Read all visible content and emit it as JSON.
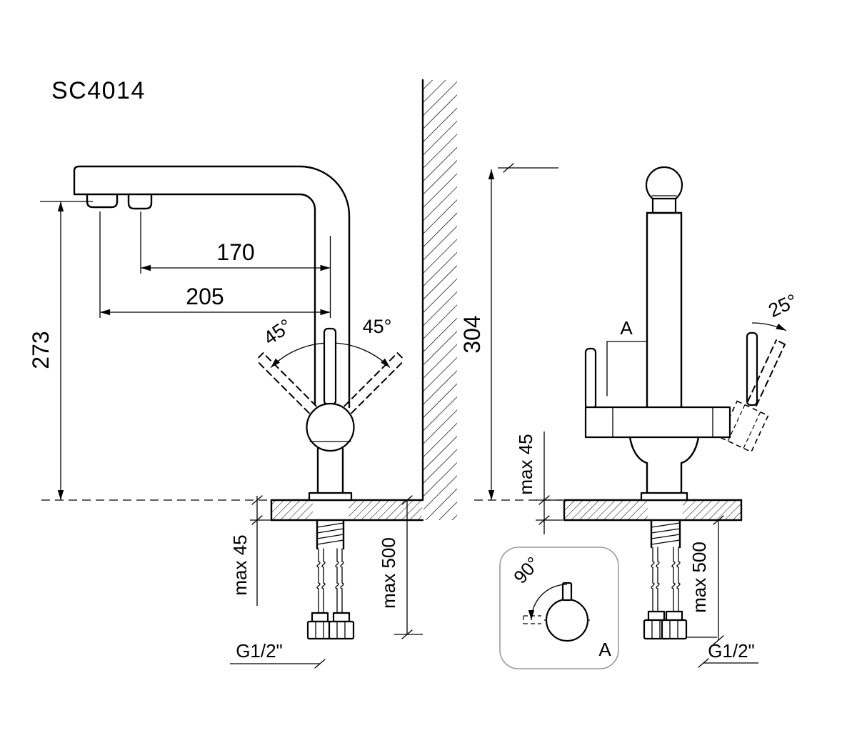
{
  "title": "SC4014",
  "left_view": {
    "dim_170": "170",
    "dim_205": "205",
    "dim_273": "273",
    "angle_left": "45°",
    "angle_right": "45°",
    "max_45": "max 45",
    "max_500": "max 500",
    "thread": "G1/2\""
  },
  "right_view": {
    "dim_304": "304",
    "angle_25": "25°",
    "callout_a": "A",
    "max_45": "max 45",
    "max_500": "max 500",
    "thread": "G1/2\""
  },
  "detail": {
    "angle_90": "90°",
    "label_a": "A"
  }
}
